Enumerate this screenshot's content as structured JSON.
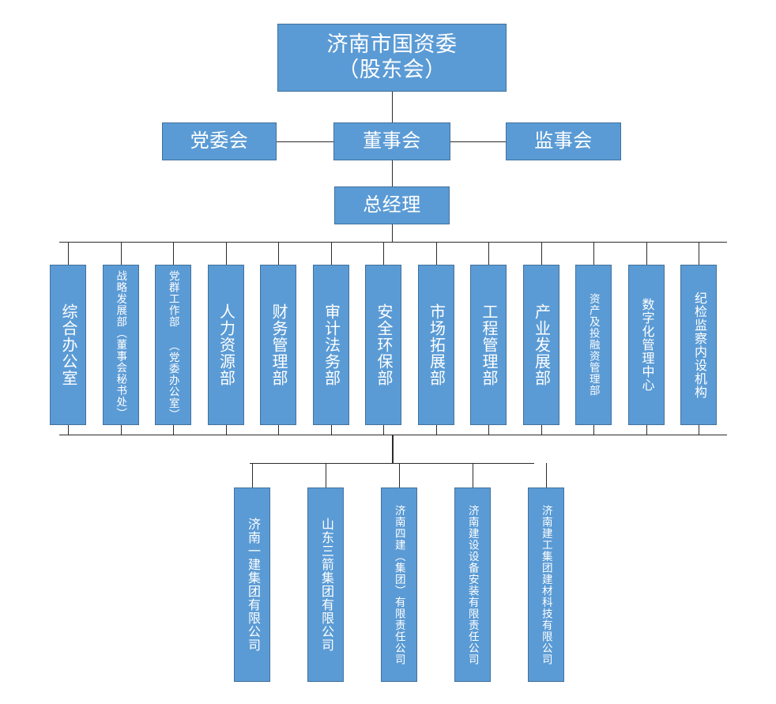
{
  "chart": {
    "title_node": {
      "label": "济南市国资委\n（股东会）"
    },
    "governance_row": [
      {
        "label": "党委会"
      },
      {
        "label": "董事会"
      },
      {
        "label": "监事会"
      }
    ],
    "manager_node": {
      "label": "总经理"
    },
    "departments": [
      {
        "label": "综合办公室",
        "size": "large"
      },
      {
        "label": "战略发展部（董事会秘书处）",
        "size": "small"
      },
      {
        "label": "党群工作部 （党委办公室）",
        "size": "small"
      },
      {
        "label": "人力资源部",
        "size": "large"
      },
      {
        "label": "财务管理部",
        "size": "large"
      },
      {
        "label": "审计法务部",
        "size": "large"
      },
      {
        "label": "安全环保部",
        "size": "large"
      },
      {
        "label": "市场拓展部",
        "size": "large"
      },
      {
        "label": "工程管理部",
        "size": "large"
      },
      {
        "label": "产业发展部",
        "size": "large"
      },
      {
        "label": "资产及投融资管理部",
        "size": "small"
      },
      {
        "label": "数字化管理中心",
        "size": "medium"
      },
      {
        "label": "纪检监察内设机构",
        "size": "medium"
      }
    ],
    "subsidiaries": [
      {
        "label": "济南一建集团有限公司",
        "size": "medium"
      },
      {
        "label": "山东三箭集团有限公司",
        "size": "medium"
      },
      {
        "label": "济南四建（集团）有限责任公司",
        "size": "small"
      },
      {
        "label": "济南建设设备安装有限责任公司",
        "size": "small"
      },
      {
        "label": "济南建工集团建材科技有限公司",
        "size": "small"
      }
    ],
    "colors": {
      "box_fill": "#5B9BD5",
      "box_border": "#41719C",
      "text": "#FFFFFF",
      "connector": "#2B2B2B",
      "background": "#FFFFFF"
    }
  }
}
